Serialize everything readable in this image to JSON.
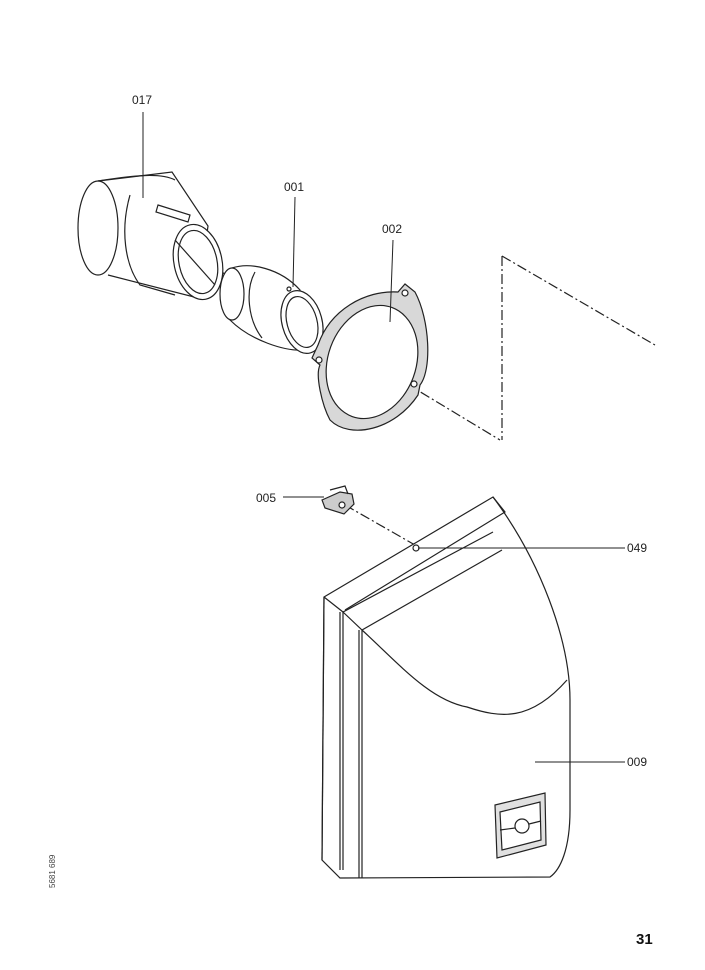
{
  "labels": {
    "p017": "017",
    "p001": "001",
    "p002": "002",
    "p005": "005",
    "p049": "049",
    "p009": "009"
  },
  "drawing_number": "5681 689",
  "page_number": "31"
}
